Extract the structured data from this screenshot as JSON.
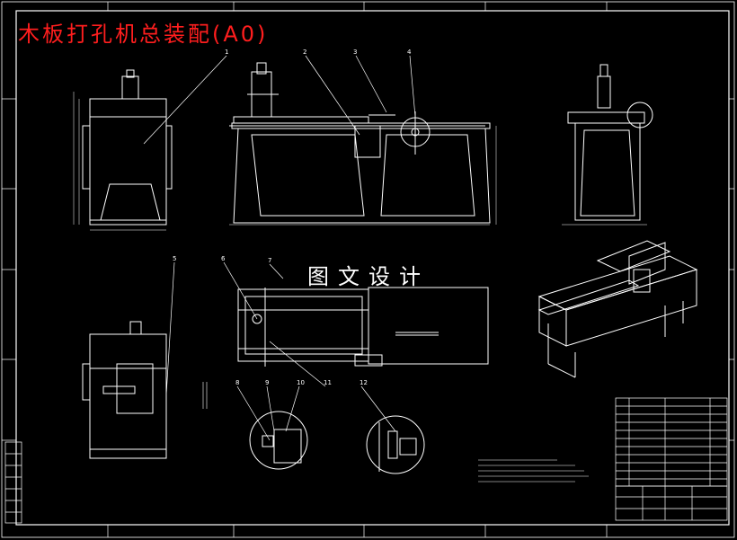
{
  "title": "木板打孔机总装配(A0)",
  "watermark": "图文设计",
  "balloons": [
    "1",
    "2",
    "3",
    "4",
    "5",
    "6",
    "7",
    "8",
    "9",
    "10",
    "11",
    "12"
  ],
  "colors": {
    "background": "#000000",
    "lines": "#ffffff",
    "title": "#ff1e1e",
    "balloon_lines": "#ffffff"
  }
}
